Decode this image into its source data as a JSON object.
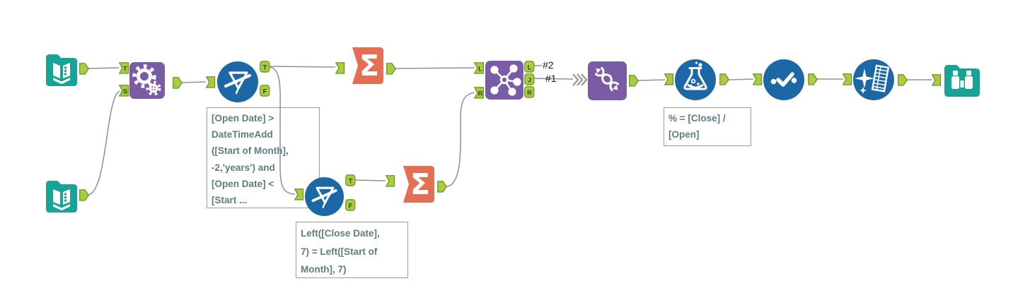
{
  "colors": {
    "teal": "#17A398",
    "purple": "#7A5BA6",
    "blue": "#1C68A7",
    "orange": "#E56F52",
    "anchor_green": "#A8CE3F",
    "anchor_border": "#71922B",
    "wire_gray": "#8F969B",
    "annotation_text": "#5E7D80",
    "annotation_border": "#9B9B9B",
    "multi_input_gray": "#9A9A9A"
  },
  "summarize_glyph": "Σ",
  "anchors": {
    "append_t": "T",
    "append_s": "S",
    "filter1_t": "T",
    "filter1_f": "F",
    "filter2_t": "T",
    "filter2_f": "F",
    "join_in_l": "L",
    "join_in_r": "R",
    "join_out_l": "L",
    "join_out_j": "J",
    "join_out_r": "R"
  },
  "wire_labels": {
    "first": "#1",
    "second": "#2"
  },
  "annotations": {
    "filter1": {
      "lines": [
        "[Open Date] >",
        "DateTimeAdd",
        "([Start of Month],",
        "-2,'years') and",
        "[Open Date] <",
        "[Start ..."
      ]
    },
    "filter2": {
      "lines": [
        "Left([Close Date],",
        "7) = Left([Start of",
        "Month], 7)"
      ]
    },
    "formula": {
      "lines": [
        "% = [Close] /",
        "[Open]"
      ]
    }
  }
}
